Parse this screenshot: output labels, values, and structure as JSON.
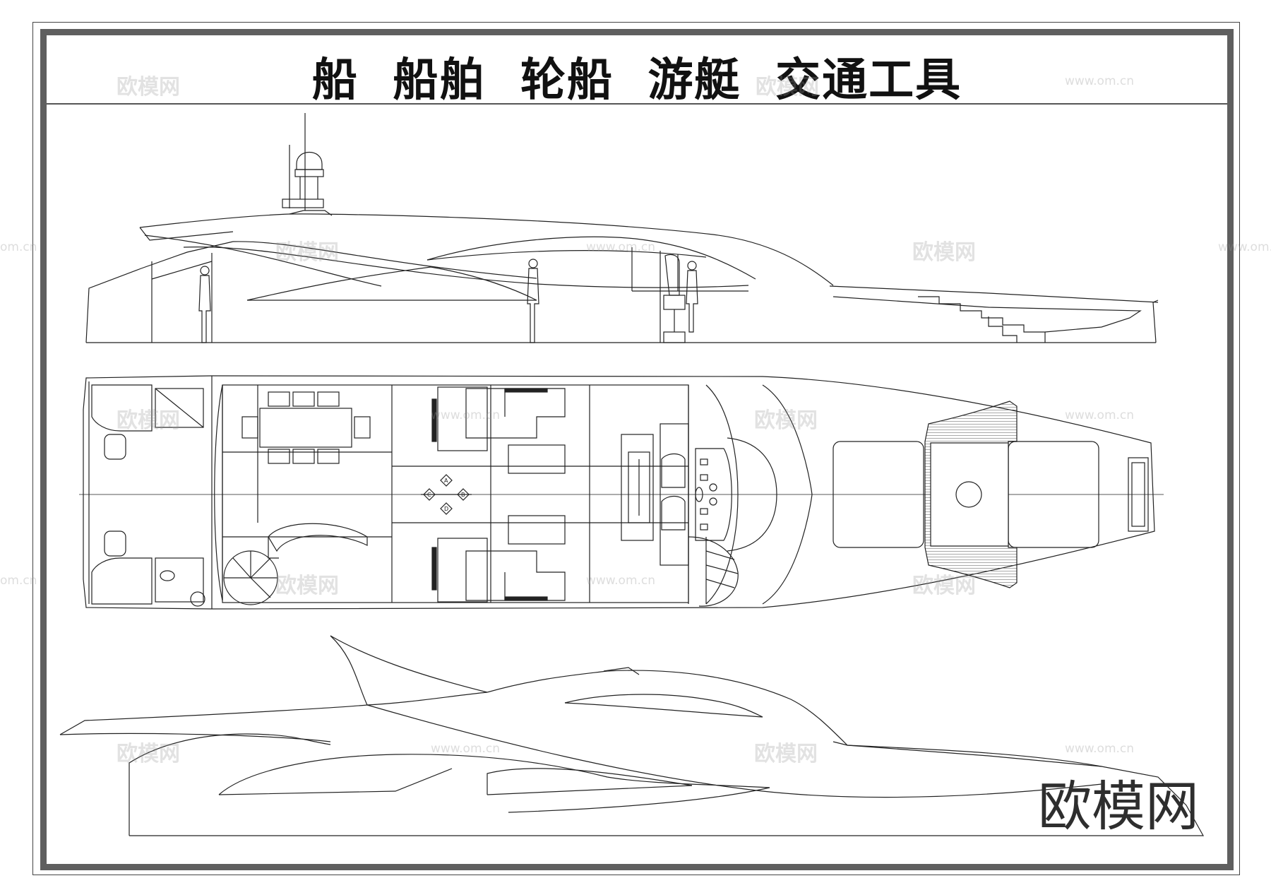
{
  "title": "船  船舶  轮船  游艇  交通工具",
  "brand_mark": "欧模网",
  "watermark": {
    "text": "欧模网",
    "url": "www.om.cn",
    "url_fragment": "om.cn"
  },
  "plan_markers": [
    "A",
    "B",
    "C",
    "D"
  ],
  "icons": [
    "radar-dome-icon",
    "person-figure-icon",
    "toilet-icon",
    "sink-icon",
    "spiral-stair-icon",
    "helm-console-icon",
    "sunpad-icon"
  ],
  "colors": {
    "line": "#222222",
    "frame": "#5f5f5f",
    "watermark": "#969696",
    "deck_hatch": "#555555"
  }
}
